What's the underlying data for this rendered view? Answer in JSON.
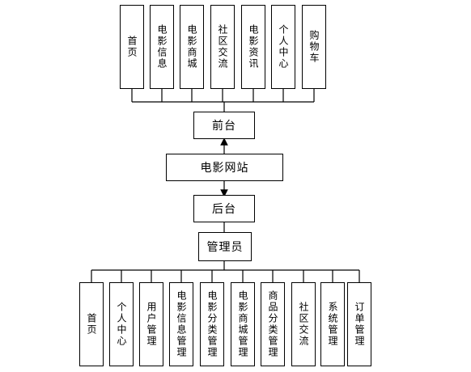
{
  "frontend": {
    "modules": [
      "首页",
      "电影信息",
      "电影商城",
      "社区交流",
      "电影资讯",
      "个人中心",
      "购物车"
    ],
    "label": "前台"
  },
  "site": {
    "label": "电影网站"
  },
  "backend": {
    "label": "后台",
    "admin_label": "管理员",
    "modules": [
      "首页",
      "个人中心",
      "用户管理",
      "电影信息管理",
      "电影分类管理",
      "电影商城管理",
      "商品分类管理",
      "社区交流",
      "系统管理",
      "订单管理"
    ]
  }
}
